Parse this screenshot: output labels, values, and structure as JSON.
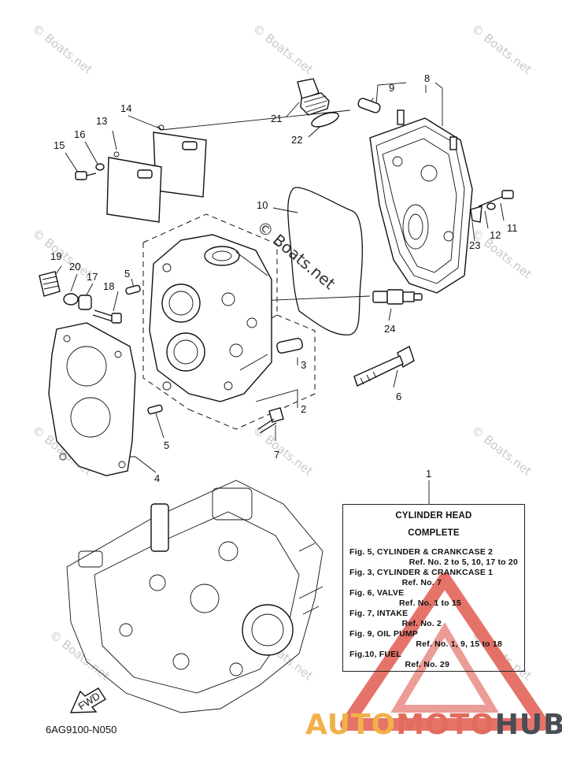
{
  "diagram_code": "6AG9100-N050",
  "fwd_label": "FWD",
  "watermark_text": "© Boats.net",
  "brand": {
    "part1": "AUTO",
    "part2": "MOTO",
    "part3": "HUB"
  },
  "callouts": {
    "c1": "1",
    "c2": "2",
    "c3": "3",
    "c4": "4",
    "c5a": "5",
    "c5b": "5",
    "c6": "6",
    "c7": "7",
    "c8": "8",
    "c9": "9",
    "c10": "10",
    "c11": "11",
    "c12": "12",
    "c13": "13",
    "c14": "14",
    "c15": "15",
    "c16": "16",
    "c17": "17",
    "c18": "18",
    "c19": "19",
    "c20": "20",
    "c21": "21",
    "c22": "22",
    "c23": "23",
    "c24": "24"
  },
  "legend": {
    "title1": "CYLINDER HEAD",
    "title2": "COMPLETE",
    "rows": [
      {
        "fig": "Fig. 5, CYLINDER & CRANKCASE 2",
        "ref": "Ref. No. 2 to 5, 10, 17 to 20"
      },
      {
        "fig": "Fig. 3, CYLINDER & CRANKCASE 1",
        "ref": "Ref. No. 7"
      },
      {
        "fig": "Fig. 6, VALVE",
        "ref": "Ref. No. 1 to 15"
      },
      {
        "fig": "Fig. 7, INTAKE",
        "ref": "Ref. No. 2"
      },
      {
        "fig": "Fig. 9, OIL PUMP",
        "ref": "Ref. No. 1, 9, 15 to 18"
      },
      {
        "fig": "Fig.10, FUEL",
        "ref": "Ref. No. 29"
      }
    ]
  },
  "colors": {
    "brand_orange": "#f1b14a",
    "brand_red": "#e26b5e",
    "brand_dark": "#4a4d53",
    "logo_red": "#e05a50"
  }
}
